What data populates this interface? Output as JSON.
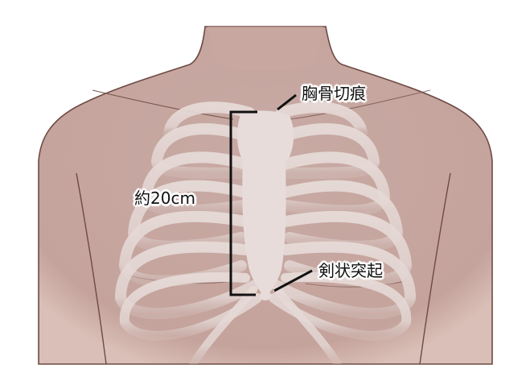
{
  "diagram": {
    "subject": "Human chest with rib cage and sternum",
    "labels": {
      "sternal_notch": "胸骨切痕",
      "length": "約20cm",
      "xiphoid_process": "剣状突起"
    },
    "colors": {
      "skin": "#c9a9a3",
      "skin_outline": "#6e4a44",
      "bone": "#e8dcd9",
      "bracket": "#111111",
      "background": "#ffffff"
    }
  }
}
